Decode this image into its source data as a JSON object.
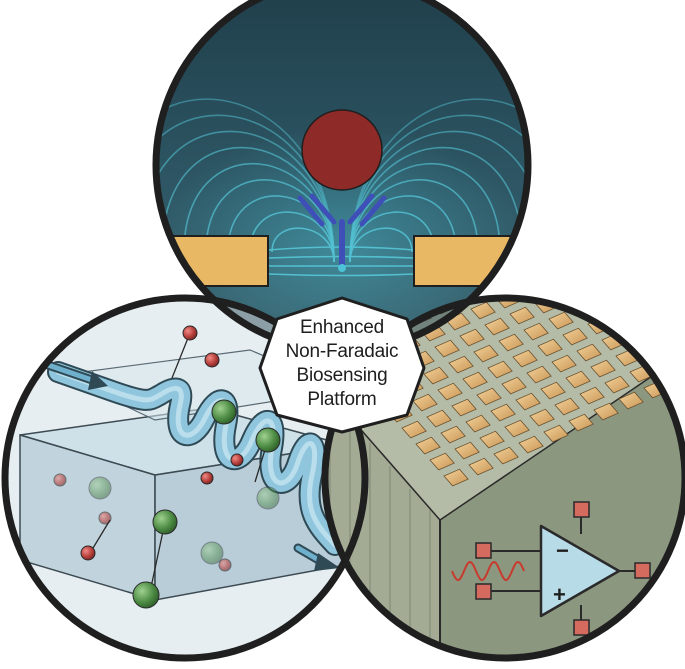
{
  "center_label": {
    "lines": [
      "Enhanced",
      "Non-Faradaic",
      "Biosensing",
      "Platform"
    ]
  },
  "op_amp": {
    "minus_sign": "−",
    "plus_sign": "+"
  },
  "colors": {
    "outline": "#1f1f1f",
    "top_circle_fill": "#2d4a55",
    "field_lines": "#4fc3d6",
    "target_molecule": "#8e2a28",
    "antibody": "#3f4fb8",
    "electrode": "#e8b865",
    "left_circle_fill": "#e3ecf0",
    "channel": "#8fc6de",
    "green_particle": "#4f8e46",
    "red_particle": "#b8413d",
    "right_circle_fill": "#8f9a84",
    "sensor_pad": "#e3b878",
    "op_amp_fill": "#b8dbe8",
    "signal_wave": "#c83a2e"
  }
}
